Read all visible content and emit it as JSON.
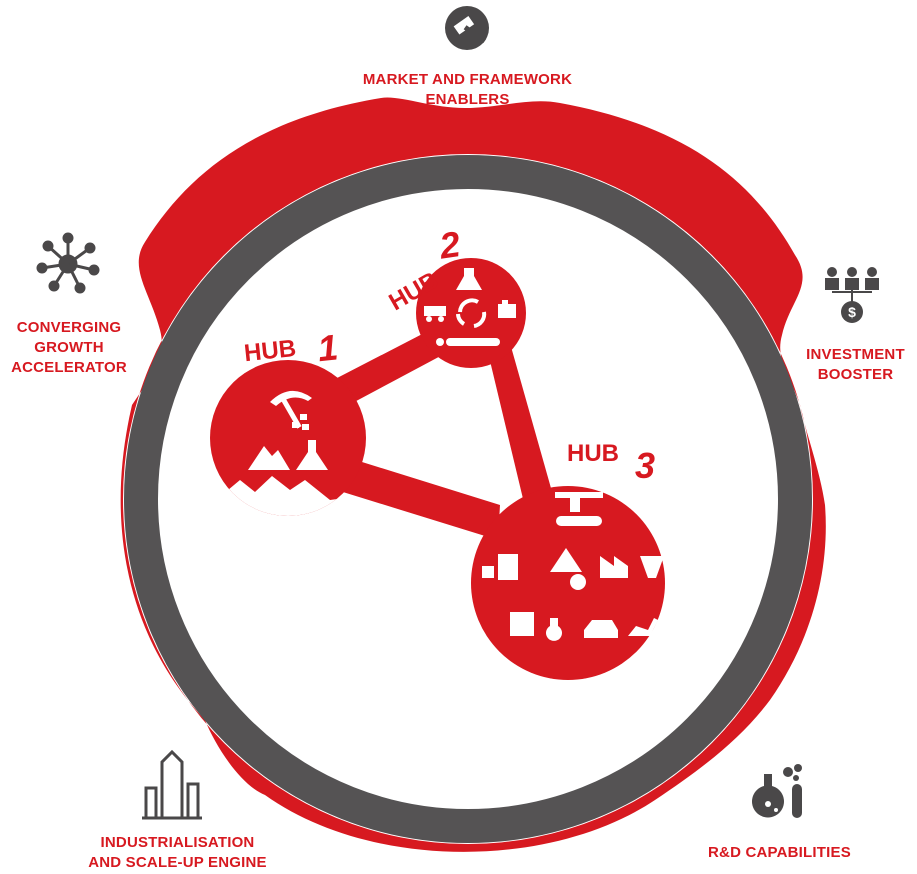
{
  "enablers": {
    "market": {
      "line1": "MARKET AND FRAMEWORK",
      "line2": "ENABLERS",
      "icon": "gavel-icon"
    },
    "converging": {
      "line1": "CONVERGING",
      "line2": "GROWTH",
      "line3": "ACCELERATOR",
      "icon": "network-node-icon"
    },
    "investment": {
      "line1": "INVESTMENT",
      "line2": "BOOSTER",
      "icon": "investors-dollar-icon"
    },
    "industrialisation": {
      "line1": "INDUSTRIALISATION",
      "line2": "AND SCALE-UP ENGINE",
      "icon": "industry-buildings-icon"
    },
    "rnd": {
      "line1": "R&D CAPABILITIES",
      "icon": "lab-flask-icon"
    }
  },
  "hubs": [
    {
      "word": "HUB",
      "number": "1",
      "icons": [
        "pickaxe-icon",
        "ore-rocks-icon",
        "mountain-icon",
        "flask-icon"
      ]
    },
    {
      "word": "HUB",
      "number": "2",
      "icons": [
        "flask-icon",
        "recycle-icon",
        "mining-truck-icon",
        "battery-pack-icon",
        "conveyor-icon"
      ]
    },
    {
      "word": "HUB",
      "number": "3",
      "icons": [
        "3d-printer-icon",
        "battery-cells-icon",
        "cell-module-icon",
        "material-pile-icon",
        "factory-icon",
        "magnet-icon",
        "crane-icon",
        "plug-icon",
        "electric-car-icon",
        "robot-arm-icon"
      ]
    }
  ],
  "colors": {
    "red": "#d71920",
    "grey": "#555354",
    "white": "#ffffff",
    "icon_grey": "#4a4849"
  }
}
